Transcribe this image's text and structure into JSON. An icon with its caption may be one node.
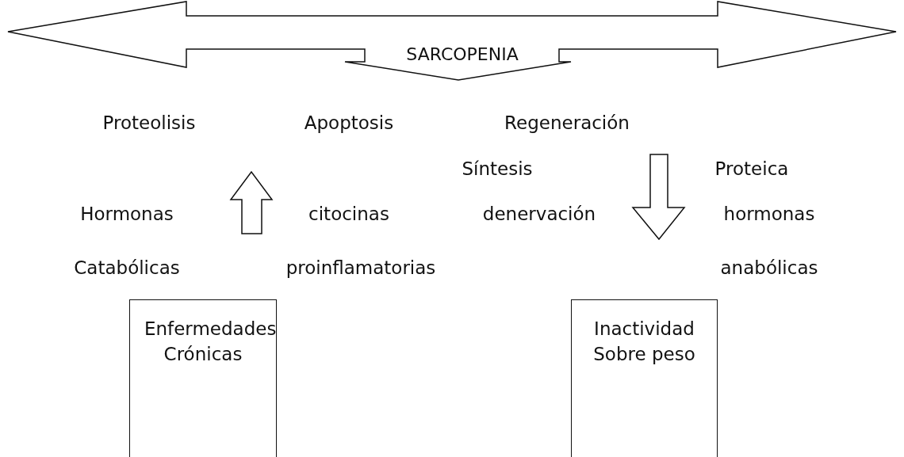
{
  "diagram": {
    "nodes": [
      {
        "text": [
          "SARCOPENIA"
        ]
      },
      {
        "text": [
          "Enfermedades Crónicas"
        ]
      },
      {
        "text": [
          "Inactividad Sobre peso"
        ]
      }
    ],
    "edges": [],
    "labels": [
      "Proteolisis",
      "Apoptosis",
      "Regeneración",
      "Síntesis",
      "Proteica",
      "Hormonas",
      "citocinas",
      "denervación",
      "hormonas",
      "Catabólicas",
      "proinflamatorias",
      "anabólicas"
    ]
  }
}
